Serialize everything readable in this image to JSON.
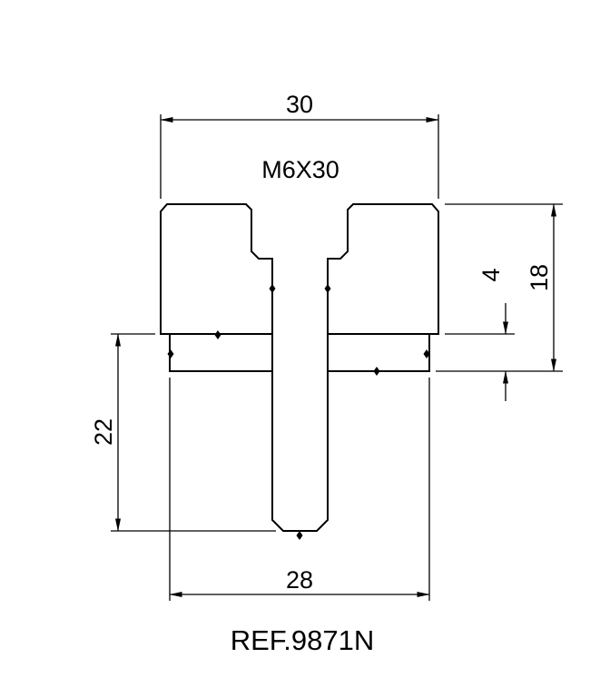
{
  "colors": {
    "line": "#000000",
    "background": "#ffffff"
  },
  "drawing": {
    "ref_label": "REF.9871N",
    "thread_label": "M6X30",
    "dims": {
      "top_width": "30",
      "overall_height": "18",
      "flange_thickness": "4",
      "stud_length": "22",
      "flange_width": "28"
    }
  }
}
